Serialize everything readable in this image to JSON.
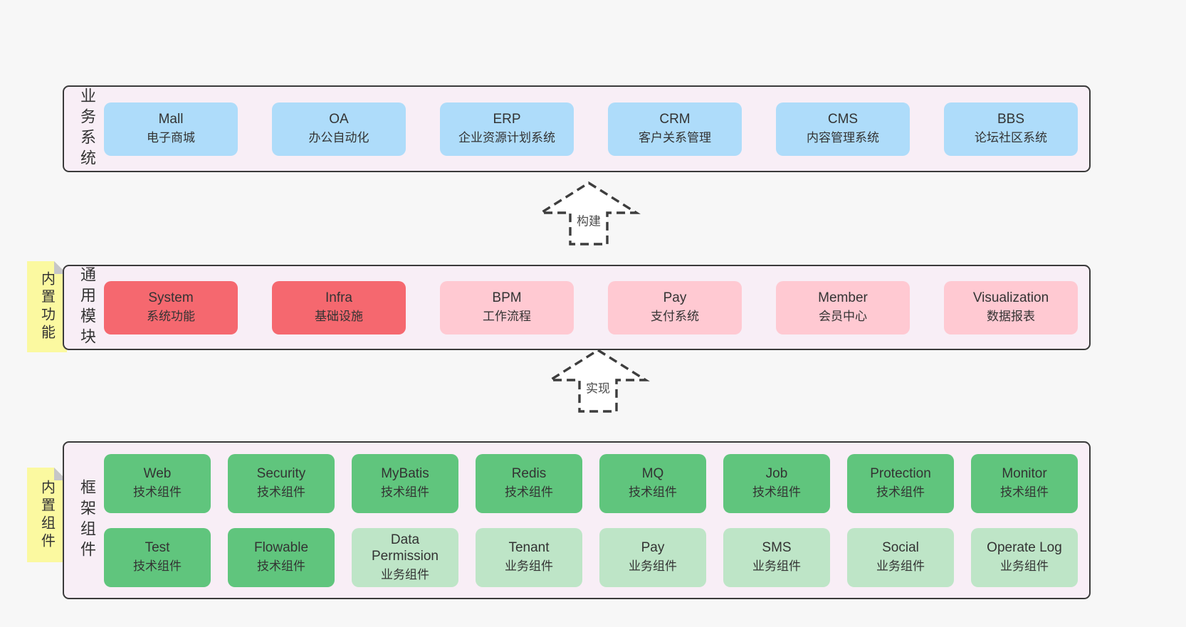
{
  "colors": {
    "page_bg": "#f7f7f7",
    "panel_bg": "#f8eef6",
    "panel_border": "#3a3a3a",
    "box_blue": "#aedcfa",
    "box_red": "#f5686f",
    "box_pink": "#ffc9d2",
    "box_green": "#60c57d",
    "box_green_light": "#bee5c7",
    "sticky_yellow": "#fbf9a0",
    "text": "#333333"
  },
  "bands": [
    {
      "label": "业务系统",
      "boxes": [
        {
          "name": "Mall",
          "desc": "电子商城"
        },
        {
          "name": "OA",
          "desc": "办公自动化"
        },
        {
          "name": "ERP",
          "desc": "企业资源计划系统"
        },
        {
          "name": "CRM",
          "desc": "客户关系管理"
        },
        {
          "name": "CMS",
          "desc": "内容管理系统"
        },
        {
          "name": "BBS",
          "desc": "论坛社区系统"
        }
      ]
    },
    {
      "label": "通用模块",
      "sticky": "内置功能",
      "boxes": [
        {
          "name": "System",
          "desc": "系统功能"
        },
        {
          "name": "Infra",
          "desc": "基础设施"
        },
        {
          "name": "BPM",
          "desc": "工作流程"
        },
        {
          "name": "Pay",
          "desc": "支付系统"
        },
        {
          "name": "Member",
          "desc": "会员中心"
        },
        {
          "name": "Visualization",
          "desc": "数据报表"
        }
      ]
    },
    {
      "label": "框架组件",
      "sticky": "内置组件",
      "rows": [
        [
          {
            "name": "Web",
            "desc": "技术组件"
          },
          {
            "name": "Security",
            "desc": "技术组件"
          },
          {
            "name": "MyBatis",
            "desc": "技术组件"
          },
          {
            "name": "Redis",
            "desc": "技术组件"
          },
          {
            "name": "MQ",
            "desc": "技术组件"
          },
          {
            "name": "Job",
            "desc": "技术组件"
          },
          {
            "name": "Protection",
            "desc": "技术组件"
          },
          {
            "name": "Monitor",
            "desc": "技术组件"
          }
        ],
        [
          {
            "name": "Test",
            "desc": "技术组件"
          },
          {
            "name": "Flowable",
            "desc": "技术组件"
          },
          {
            "name": "Data Permission",
            "desc": "业务组件"
          },
          {
            "name": "Tenant",
            "desc": "业务组件"
          },
          {
            "name": "Pay",
            "desc": "业务组件"
          },
          {
            "name": "SMS",
            "desc": "业务组件"
          },
          {
            "name": "Social",
            "desc": "业务组件"
          },
          {
            "name": "Operate Log",
            "desc": "业务组件"
          }
        ]
      ]
    }
  ],
  "arrows": [
    {
      "label": "构建"
    },
    {
      "label": "实现"
    }
  ]
}
